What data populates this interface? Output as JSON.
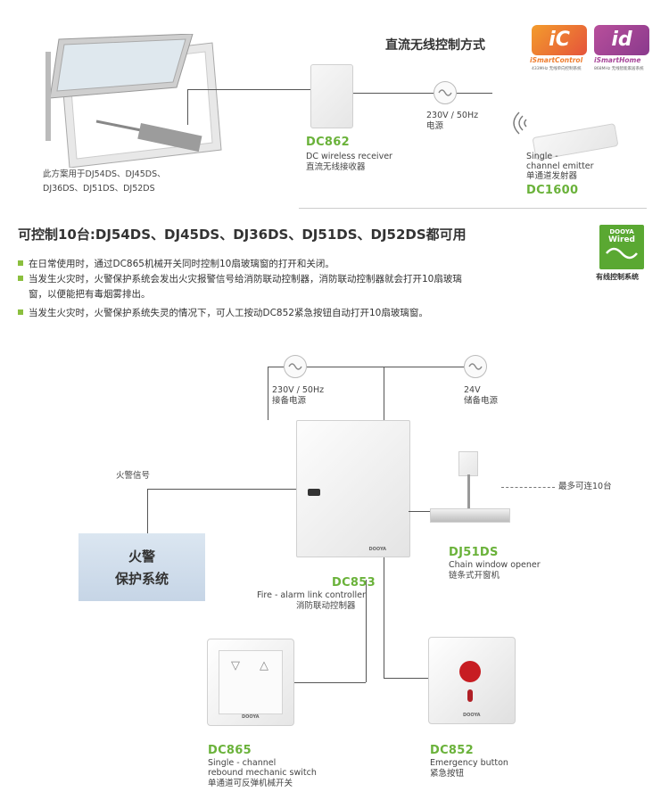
{
  "header": {
    "title": "直流无线控制方式",
    "logo_ic": {
      "mark": "iC",
      "name": "iSmartControl",
      "tagline": "433MHz 无线单向控制系统",
      "color": "#ef7d2e"
    },
    "logo_id": {
      "mark": "id",
      "name": "iSmartHome",
      "tagline": "868MHz 无线智能家居系统",
      "color": "#a8479a"
    }
  },
  "top_section": {
    "window_note_line1": "此方案用于DJ54DS、DJ45DS、",
    "window_note_line2": "DJ36DS、DJ51DS、DJ52DS",
    "receiver": {
      "model": "DC862",
      "desc_en": "DC wireless receiver",
      "desc_cn": "直流无线接收器"
    },
    "power": {
      "line1": "230V / 50Hz",
      "line2": "电源"
    },
    "emitter": {
      "model": "DC1600",
      "desc_en1": "Single -",
      "desc_en2": "channel emitter",
      "desc_cn": "单通道发射器"
    }
  },
  "middle_section": {
    "heading": "可控制10台:DJ54DS、DJ45DS、DJ36DS、DJ51DS、DJ52DS都可用",
    "bullets": [
      "在日常使用时，通过DC865机械开关同时控制10扇玻璃窗的打开和关闭。",
      "当发生火灾时，火警保护系统会发出火灾报警信号给消防联动控制器，消防联动控制器就会打开10扇玻璃",
      "窗，以便能把有毒烟雾排出。",
      "当发生火灾时，火警保护系统失灵的情况下，可人工按动DC852紧急按钮自动打开10扇玻璃窗。"
    ],
    "wired_logo": {
      "brand": "DOOYA",
      "word": "Wired",
      "caption": "有线控制系统",
      "color": "#5aa832"
    }
  },
  "diagram": {
    "standby_power": {
      "line1": "230V / 50Hz",
      "line2": "接备电源"
    },
    "reserve_power": {
      "line1": "24V",
      "line2": "储备电源"
    },
    "fire_signal": "火警信号",
    "fire_system_line1": "火警",
    "fire_system_line2": "保护系统",
    "max_connect": "最多可连10台",
    "controller": {
      "brand": "DOOYA",
      "model": "DC853",
      "desc_en": "Fire - alarm link controller",
      "desc_cn": "消防联动控制器"
    },
    "opener": {
      "model": "DJ51DS",
      "desc_en": "Chain window opener",
      "desc_cn": "链条式开窗机"
    },
    "switch": {
      "brand": "DOOYA",
      "model": "DC865",
      "desc_en1": "Single - channel",
      "desc_en2": "rebound mechanic switch",
      "desc_cn": "单通道可反弹机械开关"
    },
    "button": {
      "brand": "DOOYA",
      "model": "DC852",
      "desc_en": "Emergency button",
      "desc_cn": "紧急按钮"
    }
  }
}
